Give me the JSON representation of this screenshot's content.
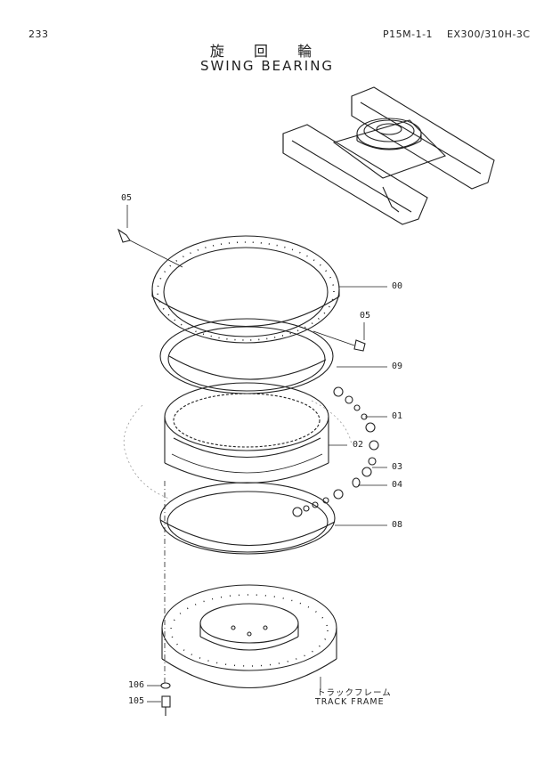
{
  "header": {
    "page_number": "233",
    "page_ref": "P15M-1-1",
    "model": "EX300/310H-3C"
  },
  "title": {
    "japanese": "旋 回 輪",
    "english": "SWING  BEARING"
  },
  "part_labels": {
    "p05_top": "05",
    "p00": "00",
    "p05_right": "05",
    "p09": "09",
    "p01": "01",
    "p02": "02",
    "p03": "03",
    "p04": "04",
    "p08": "08",
    "p106": "106",
    "p105": "105"
  },
  "track_frame": {
    "japanese": "トラックフレーム",
    "english": "TRACK FRAME"
  }
}
